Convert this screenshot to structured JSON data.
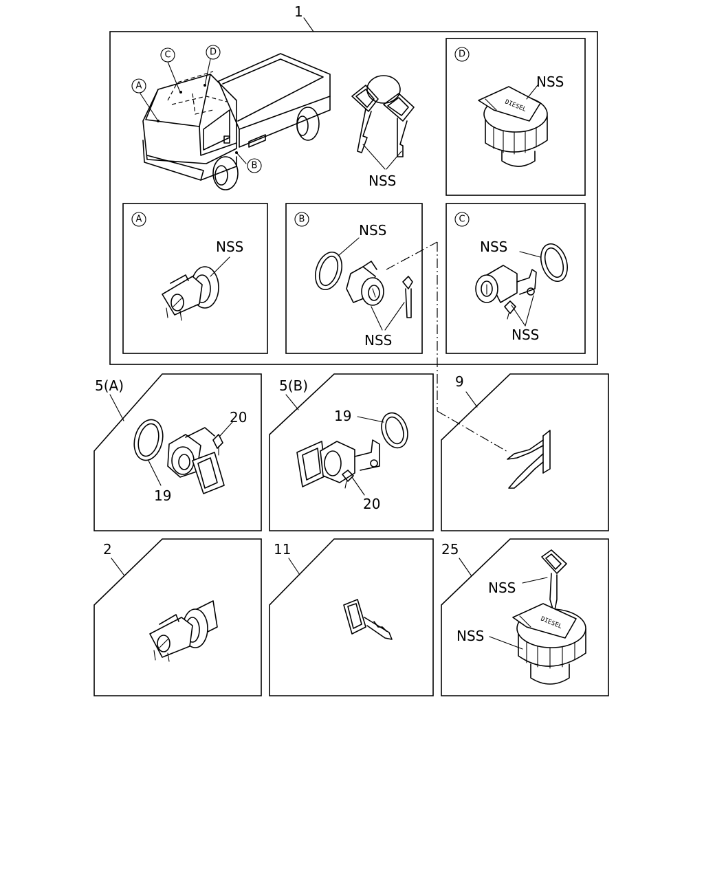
{
  "callouts": {
    "assembly": "1",
    "lock_5a": "5(A)",
    "lock_5b": "5(B)",
    "bracket": "9",
    "ignition": "2",
    "key": "11",
    "fuel_cap": "25",
    "ring_19_a": "19",
    "clip_20_a": "20",
    "ring_19_b": "19",
    "clip_20_b": "20"
  },
  "location_markers": {
    "a": "A",
    "b": "B",
    "c": "C",
    "d": "D"
  },
  "nss": {
    "keys": "NSS",
    "panel_d": "NSS",
    "panel_a": "NSS",
    "panel_b_ring": "NSS",
    "panel_b_lock": "NSS",
    "panel_c_ring": "NSS",
    "panel_c_lock": "NSS",
    "panel_25_key": "NSS",
    "panel_25_cap": "NSS"
  },
  "fuel_cap_marking": "DIESEL"
}
